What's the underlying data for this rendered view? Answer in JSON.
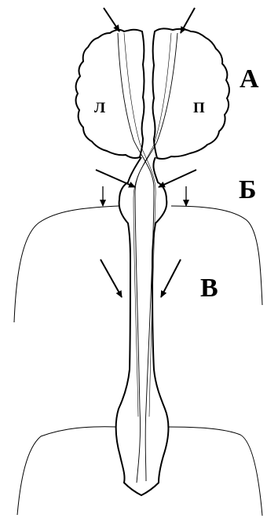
{
  "labels": {
    "region_a": "А",
    "region_b": "Б",
    "region_v": "В",
    "left": "Л",
    "right": "П"
  },
  "colors": {
    "ink": "#000000",
    "background": "#ffffff"
  }
}
